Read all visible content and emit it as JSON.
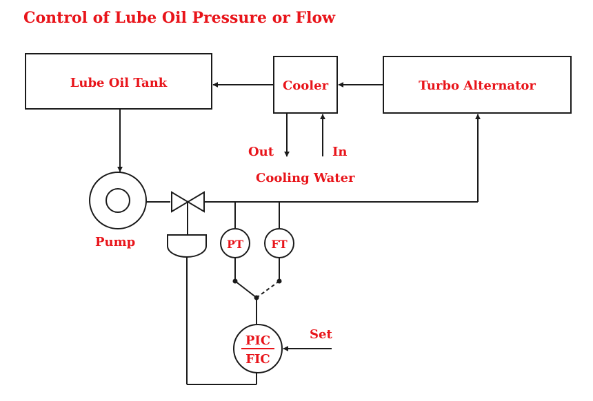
{
  "title": "Control of Lube Oil Pressure or Flow",
  "colors": {
    "label": "#e8141a",
    "box_text": "#e8141a",
    "line": "#1a1a1a"
  },
  "blocks": {
    "tank": "Lube Oil Tank",
    "cooler": "Cooler",
    "turbo": "Turbo Alternator"
  },
  "cooling_water": {
    "out": "Out",
    "in": "In",
    "caption": "Cooling Water"
  },
  "pump_label": "Pump",
  "transmitters": {
    "pt": "PT",
    "ft": "FT"
  },
  "controller": {
    "top": "PIC",
    "bottom": "FIC"
  },
  "setpoint_label": "Set",
  "icons": [
    "pump-icon",
    "valve-icon",
    "actuator-icon"
  ]
}
